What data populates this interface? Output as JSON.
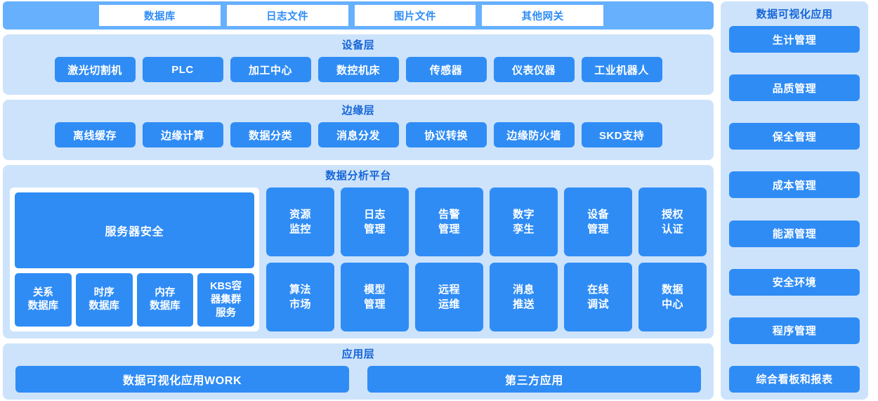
{
  "gateway_band": {
    "chips": [
      {
        "label": "数据库"
      },
      {
        "label": "日志文件"
      },
      {
        "label": "图片文件"
      },
      {
        "label": "其他网关"
      }
    ]
  },
  "device_layer": {
    "title": "设备层",
    "items": [
      {
        "label": "激光切割机"
      },
      {
        "label": "PLC"
      },
      {
        "label": "加工中心"
      },
      {
        "label": "数控机床"
      },
      {
        "label": "传感器"
      },
      {
        "label": "仪表仪器"
      },
      {
        "label": "工业机器人"
      }
    ]
  },
  "edge_layer": {
    "title": "边缘层",
    "items": [
      {
        "label": "离线缓存"
      },
      {
        "label": "边缘计算"
      },
      {
        "label": "数据分类"
      },
      {
        "label": "消息分发"
      },
      {
        "label": "协议转换"
      },
      {
        "label": "边缘防火墙"
      },
      {
        "label": "SKD支持"
      }
    ]
  },
  "platform_layer": {
    "title": "数据分析平台",
    "server_box": {
      "main_label": "服务器安全",
      "databases": [
        {
          "line1": "关系",
          "line2": "数据库"
        },
        {
          "line1": "时序",
          "line2": "数据库"
        },
        {
          "line1": "内存",
          "line2": "数据库"
        },
        {
          "line1": "KBS容",
          "line2": "器集群",
          "line3": "服务"
        }
      ]
    },
    "modules": [
      {
        "line1": "资源",
        "line2": "监控"
      },
      {
        "line1": "日志",
        "line2": "管理"
      },
      {
        "line1": "告警",
        "line2": "管理"
      },
      {
        "line1": "数字",
        "line2": "孪生"
      },
      {
        "line1": "设备",
        "line2": "管理"
      },
      {
        "line1": "授权",
        "line2": "认证"
      },
      {
        "line1": "算法",
        "line2": "市场"
      },
      {
        "line1": "模型",
        "line2": "管理"
      },
      {
        "line1": "远程",
        "line2": "运维"
      },
      {
        "line1": "消息",
        "line2": "推送"
      },
      {
        "line1": "在线",
        "line2": "调试"
      },
      {
        "line1": "数据",
        "line2": "中心"
      }
    ]
  },
  "application_layer": {
    "title": "应用层",
    "items": [
      {
        "label": "数据可视化应用WORK"
      },
      {
        "label": "第三方应用"
      }
    ]
  },
  "sidebar": {
    "title": "数据可视化应用",
    "items": [
      {
        "label": "生计管理"
      },
      {
        "label": "品质管理"
      },
      {
        "label": "保全管理"
      },
      {
        "label": "成本管理"
      },
      {
        "label": "能源管理"
      },
      {
        "label": "安全环境"
      },
      {
        "label": "程序管理"
      },
      {
        "label": "综合看板和报表"
      }
    ]
  },
  "colors": {
    "band_blue": "#66b0fd",
    "panel_blue": "#cde3fb",
    "chip_blue": "#2f8cf5",
    "title_blue": "#1565d8",
    "white": "#ffffff"
  }
}
